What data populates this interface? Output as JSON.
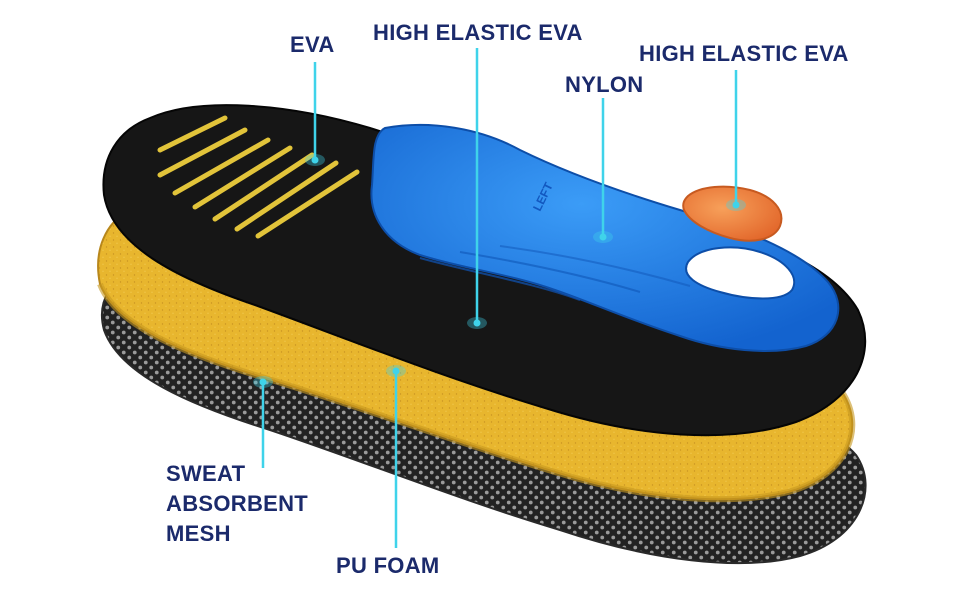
{
  "labels": {
    "eva": "EVA",
    "high_elastic_eva_top": "HIGH ELASTIC EVA",
    "nylon": "NYLON",
    "high_elastic_eva_heel": "HIGH ELASTIC EVA",
    "sweat_absorbent_mesh": [
      "SWEAT",
      "ABSORBENT",
      "MESH"
    ],
    "pu_foam": "PU FOAM"
  },
  "insole_mark": "LEFT",
  "colors": {
    "label_text": "#1b2a6b",
    "callout_line": "#3fd3ea",
    "top_layer": "#161616",
    "foam_layer": "#e8b62e",
    "mesh_layer": "#3a3a3a",
    "arch_support": "#1f7fe8",
    "heel_pad": "#f08a3c"
  }
}
